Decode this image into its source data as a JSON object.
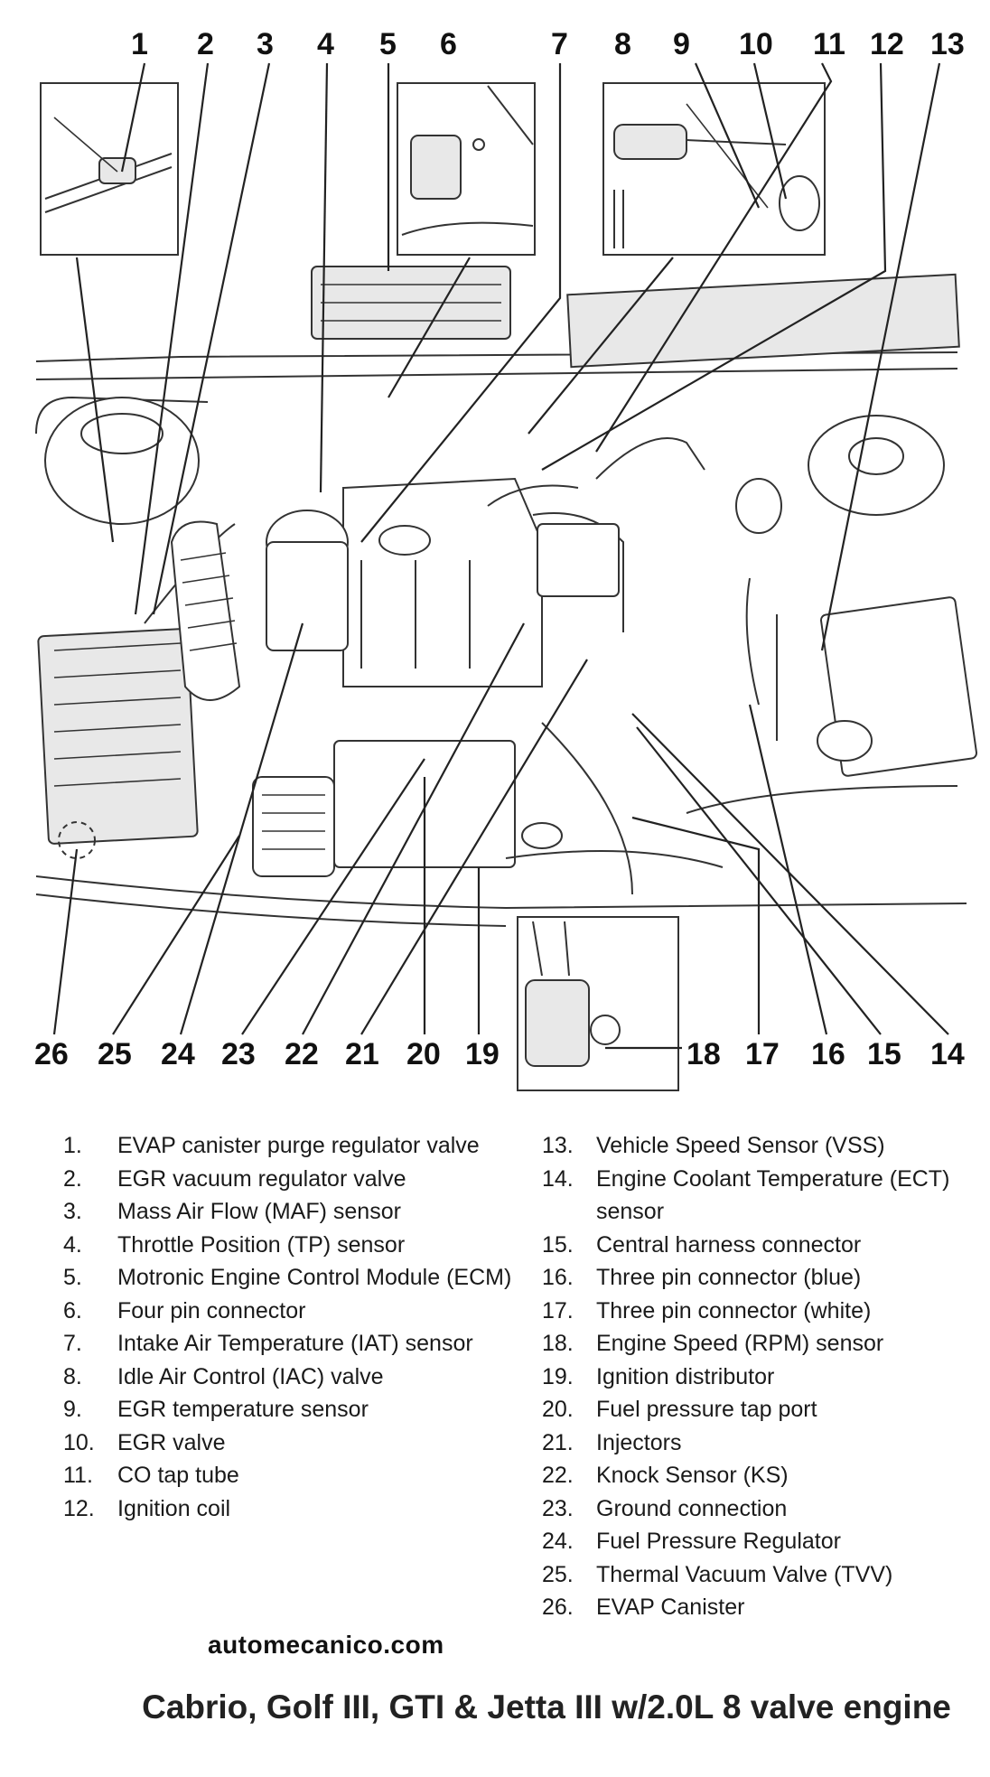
{
  "callout_top": [
    "1",
    "2",
    "3",
    "4",
    "5",
    "6",
    "7",
    "8",
    "9",
    "10",
    "11",
    "12",
    "13"
  ],
  "callout_bottom": [
    "26",
    "25",
    "24",
    "23",
    "22",
    "21",
    "20",
    "19",
    "18",
    "17",
    "16",
    "15",
    "14"
  ],
  "legend_left": [
    {
      "num": "1.",
      "text": "EVAP canister purge regulator valve"
    },
    {
      "num": "2.",
      "text": "EGR vacuum regulator valve"
    },
    {
      "num": "3.",
      "text": "Mass Air Flow (MAF) sensor"
    },
    {
      "num": "4.",
      "text": "Throttle Position (TP) sensor"
    },
    {
      "num": "5.",
      "text": "Motronic Engine Control Module (ECM)"
    },
    {
      "num": "6.",
      "text": "Four pin connector"
    },
    {
      "num": "7.",
      "text": "Intake Air Temperature (IAT) sensor"
    },
    {
      "num": "8.",
      "text": "Idle Air Control (IAC) valve"
    },
    {
      "num": "9.",
      "text": "EGR temperature sensor"
    },
    {
      "num": "10.",
      "text": "EGR valve"
    },
    {
      "num": "11.",
      "text": "CO tap tube"
    },
    {
      "num": "12.",
      "text": "Ignition coil"
    }
  ],
  "legend_right": [
    {
      "num": "13.",
      "text": "Vehicle Speed Sensor (VSS)"
    },
    {
      "num": "14.",
      "text": "Engine Coolant Temperature (ECT) sensor"
    },
    {
      "num": "15.",
      "text": "Central harness connector"
    },
    {
      "num": "16.",
      "text": "Three pin connector (blue)"
    },
    {
      "num": "17.",
      "text": "Three pin connector (white)"
    },
    {
      "num": "18.",
      "text": "Engine Speed (RPM) sensor"
    },
    {
      "num": "19.",
      "text": "Ignition distributor"
    },
    {
      "num": "20.",
      "text": "Fuel pressure tap port"
    },
    {
      "num": "21.",
      "text": "Injectors"
    },
    {
      "num": "22.",
      "text": "Knock Sensor (KS)"
    },
    {
      "num": "23.",
      "text": "Ground connection"
    },
    {
      "num": "24.",
      "text": "Fuel Pressure Regulator"
    },
    {
      "num": "25.",
      "text": "Thermal Vacuum Valve (TVV)"
    },
    {
      "num": "26.",
      "text": "EVAP Canister"
    }
  ],
  "website": "automecanico.com",
  "caption": "Cabrio, Golf III, GTI & Jetta III w/2.0L 8 valve engine"
}
